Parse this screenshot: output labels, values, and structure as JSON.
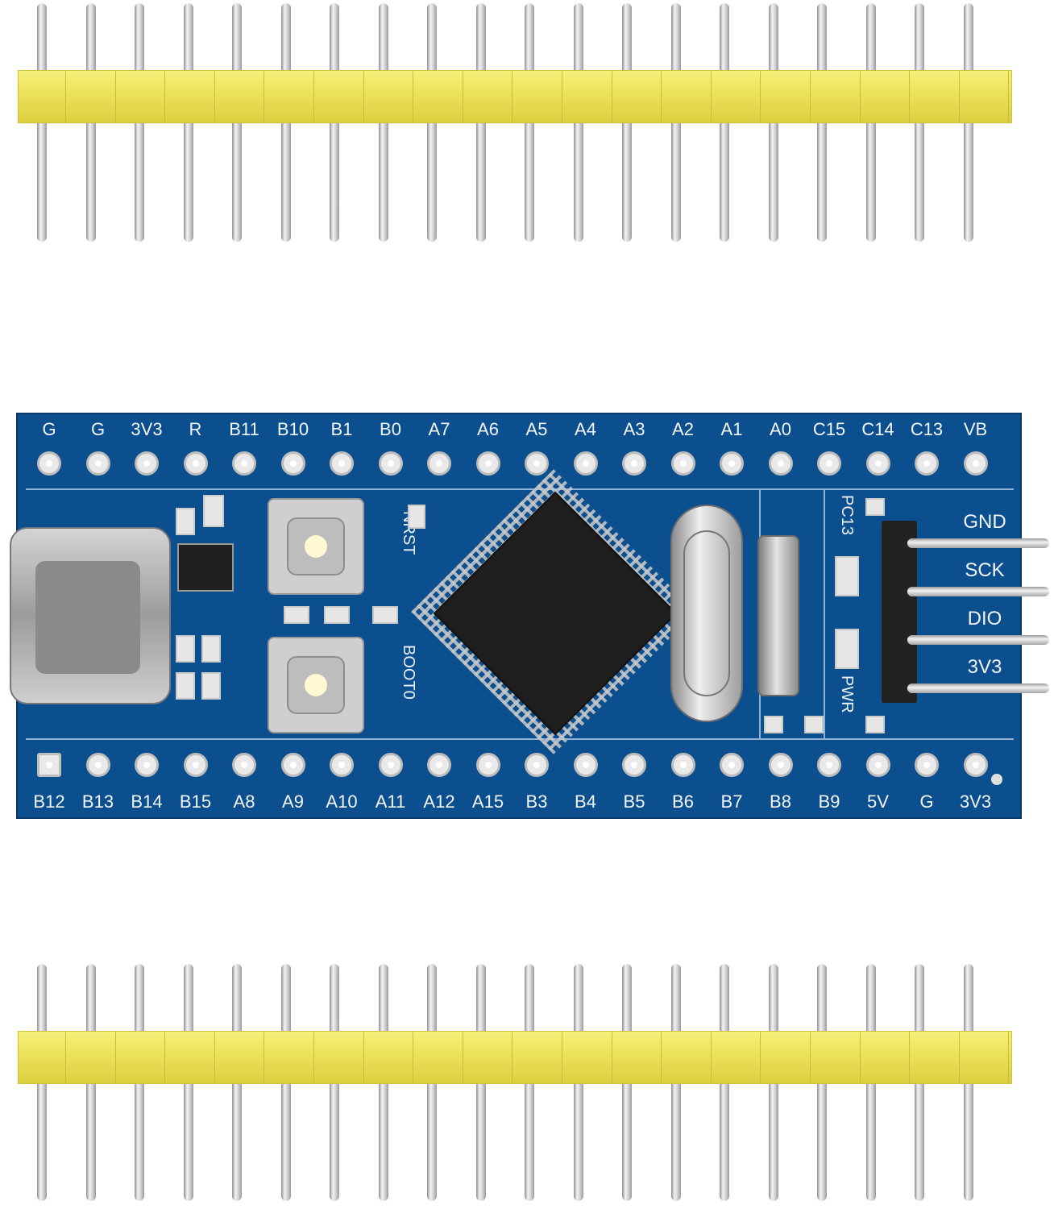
{
  "board": {
    "top_pins": [
      "G",
      "G",
      "3V3",
      "R",
      "B11",
      "B10",
      "B1",
      "B0",
      "A7",
      "A6",
      "A5",
      "A4",
      "A3",
      "A2",
      "A1",
      "A0",
      "C15",
      "C14",
      "C13",
      "VB"
    ],
    "bottom_pins": [
      "B12",
      "B13",
      "B14",
      "B15",
      "A8",
      "A9",
      "A10",
      "A11",
      "A12",
      "A15",
      "B3",
      "B4",
      "B5",
      "B6",
      "B7",
      "B8",
      "B9",
      "5V",
      "G",
      "3V3"
    ],
    "swd_pins": [
      "GND",
      "SCK",
      "DIO",
      "3V3"
    ],
    "button_labels": [
      "NRST",
      "BOOT0"
    ],
    "led_labels": [
      "PC13",
      "PWR"
    ]
  },
  "header_pin_count": 20,
  "colors": {
    "pcb": "#0c4f8e",
    "header_plastic": "#ece15a",
    "pin_metal": "#d9d9d9",
    "silkscreen": "#f2f5fa"
  }
}
